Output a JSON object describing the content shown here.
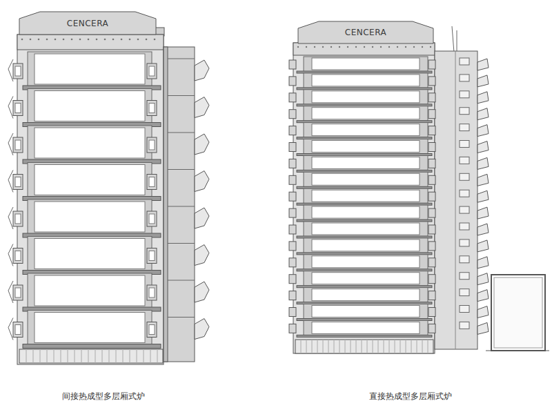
{
  "diagram": {
    "nodes": [
      {
        "text": [
          "CENCERA"
        ]
      },
      {
        "text": [
          "CENCERA"
        ]
      }
    ],
    "labels": [
      "间接热成型多层厢式炉",
      "直接热成型多层厢式炉"
    ]
  }
}
